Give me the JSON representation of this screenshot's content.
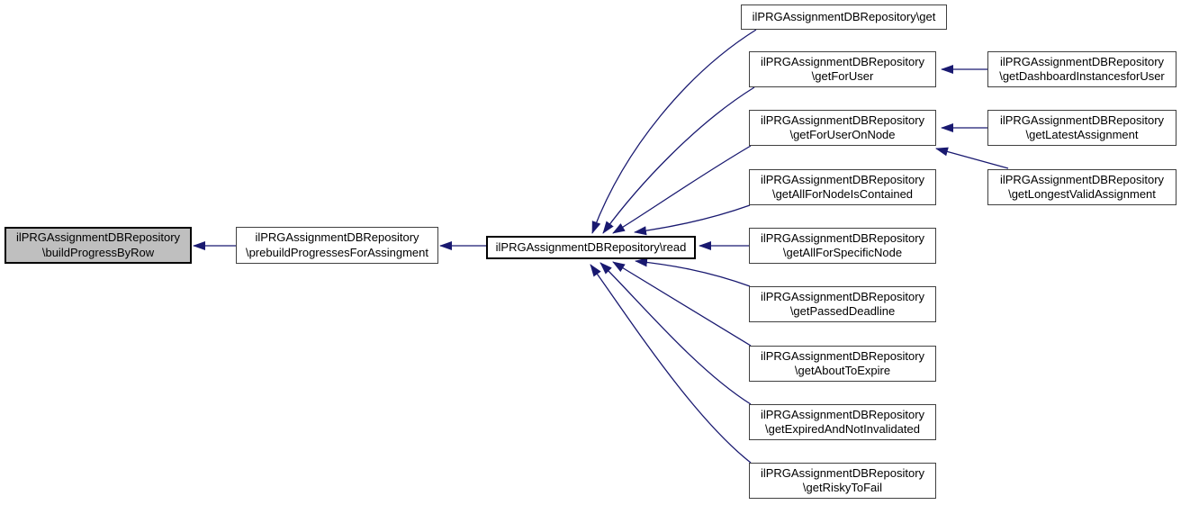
{
  "diagram": {
    "kind": "caller-graph",
    "background": "#ffffff",
    "edge_color": "#191970",
    "node_border_color": "#404040",
    "highlight_border_color": "#000000",
    "highlight_fill": "#bfbfbf",
    "text_color": "#000000"
  },
  "nodes": [
    {
      "id": "buildProgressByRow",
      "line1": "ilPRGAssignmentDBRepository",
      "line2": "\\buildProgressByRow",
      "highlighted": true
    },
    {
      "id": "prebuildProgressesForAssingment",
      "line1": "ilPRGAssignmentDBRepository",
      "line2": "\\prebuildProgressesForAssingment",
      "highlighted": false
    },
    {
      "id": "read",
      "line1": "ilPRGAssignmentDBRepository\\read",
      "line2": "",
      "highlighted": false
    },
    {
      "id": "get",
      "line1": "ilPRGAssignmentDBRepository\\get",
      "line2": "",
      "highlighted": false
    },
    {
      "id": "getForUser",
      "line1": "ilPRGAssignmentDBRepository",
      "line2": "\\getForUser",
      "highlighted": false
    },
    {
      "id": "getForUserOnNode",
      "line1": "ilPRGAssignmentDBRepository",
      "line2": "\\getForUserOnNode",
      "highlighted": false
    },
    {
      "id": "getAllForNodeIsContained",
      "line1": "ilPRGAssignmentDBRepository",
      "line2": "\\getAllForNodeIsContained",
      "highlighted": false
    },
    {
      "id": "getAllForSpecificNode",
      "line1": "ilPRGAssignmentDBRepository",
      "line2": "\\getAllForSpecificNode",
      "highlighted": false
    },
    {
      "id": "getPassedDeadline",
      "line1": "ilPRGAssignmentDBRepository",
      "line2": "\\getPassedDeadline",
      "highlighted": false
    },
    {
      "id": "getAboutToExpire",
      "line1": "ilPRGAssignmentDBRepository",
      "line2": "\\getAboutToExpire",
      "highlighted": false
    },
    {
      "id": "getExpiredAndNotInvalidated",
      "line1": "ilPRGAssignmentDBRepository",
      "line2": "\\getExpiredAndNotInvalidated",
      "highlighted": false
    },
    {
      "id": "getRiskyToFail",
      "line1": "ilPRGAssignmentDBRepository",
      "line2": "\\getRiskyToFail",
      "highlighted": false
    },
    {
      "id": "getDashboardInstancesforUser",
      "line1": "ilPRGAssignmentDBRepository",
      "line2": "\\getDashboardInstancesforUser",
      "highlighted": false
    },
    {
      "id": "getLatestAssignment",
      "line1": "ilPRGAssignmentDBRepository",
      "line2": "\\getLatestAssignment",
      "highlighted": false
    },
    {
      "id": "getLongestValidAssignment",
      "line1": "ilPRGAssignmentDBRepository",
      "line2": "\\getLongestValidAssignment",
      "highlighted": false
    }
  ],
  "edges": [
    {
      "from": "prebuildProgressesForAssingment",
      "to": "buildProgressByRow"
    },
    {
      "from": "read",
      "to": "prebuildProgressesForAssingment"
    },
    {
      "from": "get",
      "to": "read"
    },
    {
      "from": "getForUser",
      "to": "read"
    },
    {
      "from": "getForUserOnNode",
      "to": "read"
    },
    {
      "from": "getAllForNodeIsContained",
      "to": "read"
    },
    {
      "from": "getAllForSpecificNode",
      "to": "read"
    },
    {
      "from": "getPassedDeadline",
      "to": "read"
    },
    {
      "from": "getAboutToExpire",
      "to": "read"
    },
    {
      "from": "getExpiredAndNotInvalidated",
      "to": "read"
    },
    {
      "from": "getRiskyToFail",
      "to": "read"
    },
    {
      "from": "getDashboardInstancesforUser",
      "to": "getForUser"
    },
    {
      "from": "getLatestAssignment",
      "to": "getForUserOnNode"
    },
    {
      "from": "getLongestValidAssignment",
      "to": "getForUserOnNode"
    }
  ]
}
